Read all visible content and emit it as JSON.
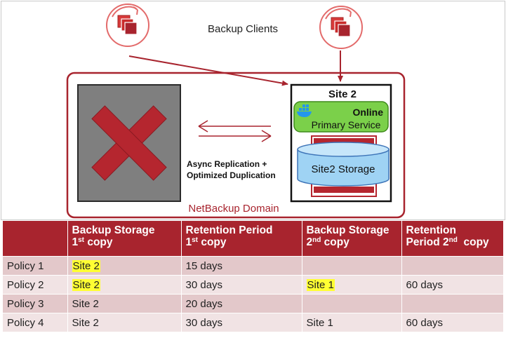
{
  "diagram": {
    "backup_clients_label": "Backup Clients",
    "domain_label": "NetBackup Domain",
    "site2": {
      "title": "Site 2",
      "status": "Online",
      "service": "Primary Service",
      "storage_label": "Site2 Storage"
    },
    "replication": {
      "line1": "Async Replication  +",
      "line2": "Optimized Duplication"
    },
    "colors": {
      "accent_red": "#a8242e",
      "failed_cross": "#b5262f",
      "online_green": "#7bd04a",
      "storage_blue": "#9fd3f4",
      "highlight": "#ffff33"
    },
    "icons": [
      "backup-client-icon",
      "backup-client-icon",
      "failed-site-cross-icon",
      "docker-whale-icon",
      "storage-cylinder-icon"
    ]
  },
  "table": {
    "headers": [
      {
        "main": "",
        "sup": "",
        "rest": ""
      },
      {
        "main": "Backup Storage",
        "line2a": "1",
        "sup": "st",
        "rest": " copy"
      },
      {
        "main": "Retention Period",
        "line2a": "1",
        "sup": "st",
        "rest": " copy"
      },
      {
        "main": "Backup Storage",
        "line2a": "2",
        "sup": "nd",
        "rest": " copy"
      },
      {
        "main": "Retention",
        "line2a": "Period 2",
        "sup": "nd",
        "rest": "  copy"
      }
    ],
    "rows": [
      {
        "policy": "Policy 1",
        "storage1": "Site 2",
        "storage1_highlight": true,
        "retention1": "15 days",
        "storage2": "",
        "storage2_highlight": false,
        "retention2": ""
      },
      {
        "policy": "Policy 2",
        "storage1": "Site 2",
        "storage1_highlight": true,
        "retention1": "30 days",
        "storage2": "Site 1",
        "storage2_highlight": true,
        "retention2": "60 days"
      },
      {
        "policy": "Policy 3",
        "storage1": "Site 2",
        "storage1_highlight": false,
        "retention1": "20 days",
        "storage2": "",
        "storage2_highlight": false,
        "retention2": ""
      },
      {
        "policy": "Policy 4",
        "storage1": "Site 2",
        "storage1_highlight": false,
        "retention1": "30 days",
        "storage2": "Site 1",
        "storage2_highlight": false,
        "retention2": "60 days"
      }
    ]
  }
}
